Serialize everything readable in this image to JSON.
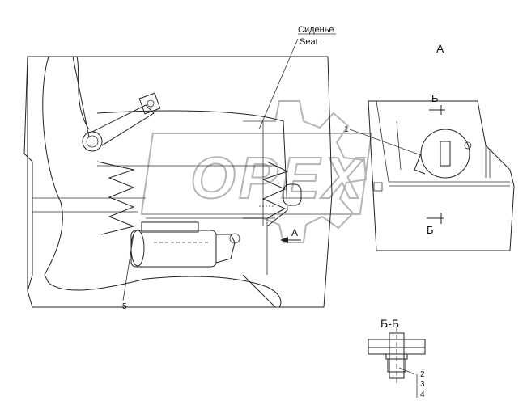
{
  "labels": {
    "seat_ru": "Сиденье",
    "seat_en": "Seat",
    "view_a": "А",
    "section_b_top": "Б",
    "section_b_bottom": "Б",
    "section_title": "Б-Б",
    "arrow_a": "А",
    "callout_1": "1",
    "callout_2": "2",
    "callout_3": "3",
    "callout_4": "4",
    "callout_5": "5"
  },
  "watermark": {
    "text": "OPEX",
    "color": "#b5b5b5"
  }
}
